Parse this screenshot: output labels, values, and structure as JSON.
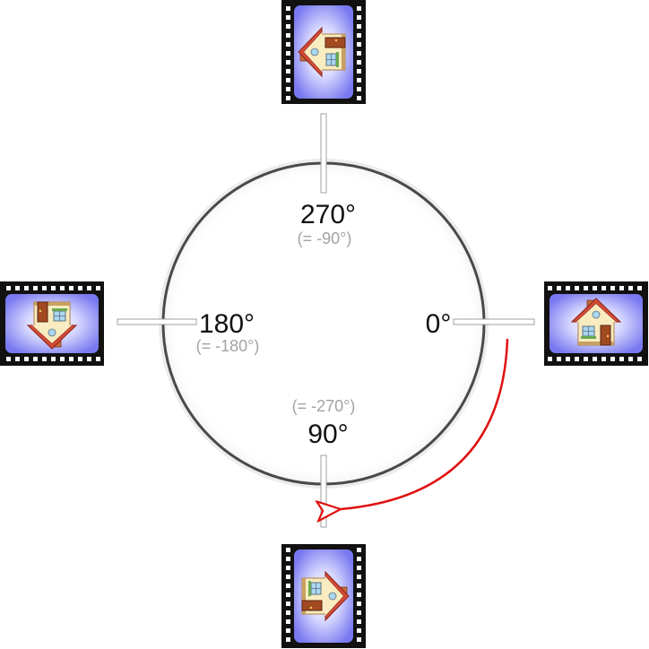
{
  "labels": {
    "deg0": {
      "main": "0°"
    },
    "deg90": {
      "main": "90°",
      "sub": "(= -270°)"
    },
    "deg180": {
      "main": "180°",
      "sub": "(= -180°)"
    },
    "deg270": {
      "main": "270°",
      "sub": "(= -90°)"
    }
  },
  "frames": [
    {
      "angle": 0,
      "name": "frame-0-degrees"
    },
    {
      "angle": 90,
      "name": "frame-90-degrees"
    },
    {
      "angle": 180,
      "name": "frame-180-degrees"
    },
    {
      "angle": 270,
      "name": "frame-270-degrees"
    }
  ],
  "colors": {
    "circle": "#4a4a4a",
    "arrow": "#e01010",
    "film": "#111111",
    "screen_center": "#ffffff",
    "screen_edge": "#7878f0"
  },
  "icons": {
    "frame_content": "house-icon",
    "rotation": "clockwise-arrow-icon"
  }
}
